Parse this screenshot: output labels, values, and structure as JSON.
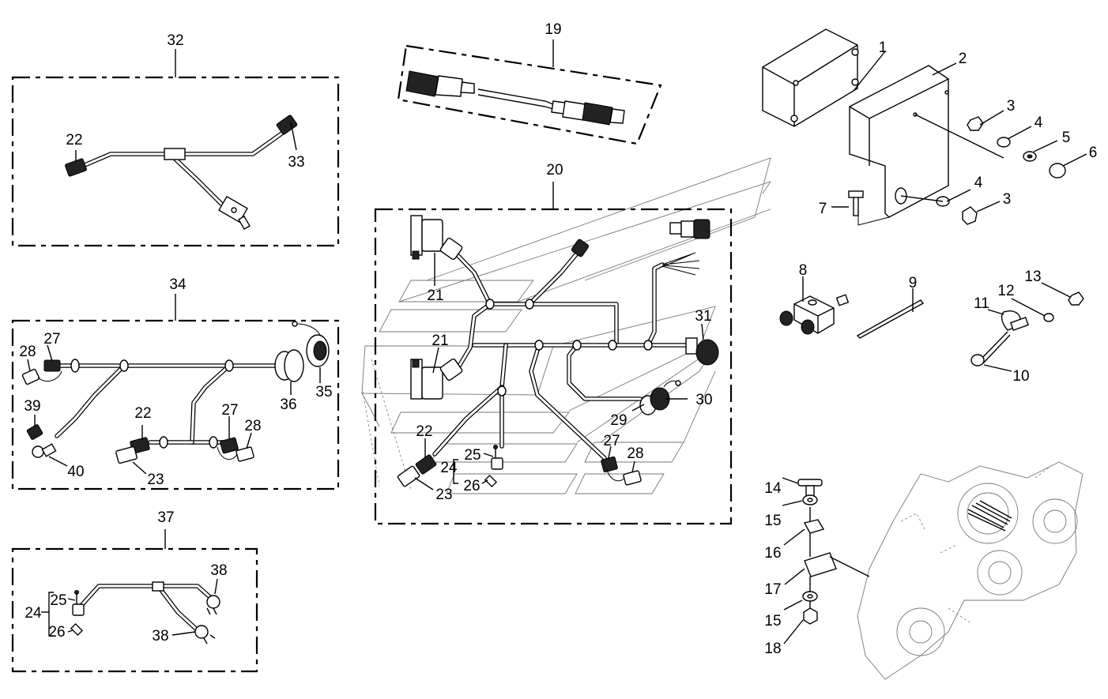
{
  "labels": {
    "l1": "1",
    "l2": "2",
    "l3a": "3",
    "l3b": "3",
    "l4a": "4",
    "l4b": "4",
    "l5": "5",
    "l6": "6",
    "l7": "7",
    "l8": "8",
    "l9": "9",
    "l10": "10",
    "l11": "11",
    "l12": "12",
    "l13": "13",
    "l14": "14",
    "l15a": "15",
    "l15b": "15",
    "l16": "16",
    "l17": "17",
    "l18": "18",
    "l19": "19",
    "l20": "20",
    "l21a": "21",
    "l21b": "21",
    "l22a": "22",
    "l22b": "22",
    "l22c": "22",
    "l23a": "23",
    "l23b": "23",
    "l24a": "24",
    "l24b": "24",
    "l25a": "25",
    "l25b": "25",
    "l26a": "26",
    "l26b": "26",
    "l27a": "27",
    "l27b": "27",
    "l27c": "27",
    "l28a": "28",
    "l28b": "28",
    "l28c": "28",
    "l29": "29",
    "l30": "30",
    "l31": "31",
    "l32": "32",
    "l33": "33",
    "l34": "34",
    "l35": "35",
    "l36": "36",
    "l37": "37",
    "l38a": "38",
    "l38b": "38",
    "l39": "39",
    "l40": "40"
  }
}
